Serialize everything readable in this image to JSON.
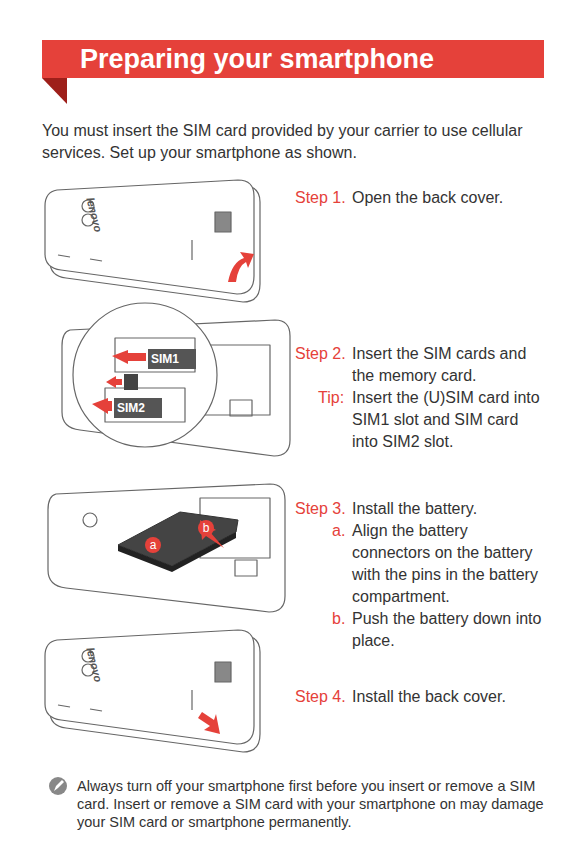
{
  "diagram": {
    "title": "Preparing your smartphone",
    "labels": [
      "You must insert the SIM card provided by your carrier to use cellular services. Set up your smartphone as shown.",
      "lenovo",
      "Step 1.",
      "Open the back cover.",
      "SIM1",
      "SIM2",
      "Step 2.",
      "Insert the SIM cards and the memory card.",
      "Tip:",
      "Insert the (U)SIM card into SIM1 slot and SIM card into SIM2 slot.",
      "a",
      "b",
      "Step 3.",
      "Install the battery.",
      "a.",
      "Align the battery connectors on the battery with the pins in the battery compartment.",
      "b.",
      "Push the battery down into place.",
      "lenovo",
      "Step 4.",
      "Install the back cover.",
      "Always turn off your smartphone first before you insert or remove a SIM card. Insert or remove a SIM card with your smartphone on may damage your SIM card or smartphone permanently."
    ]
  }
}
